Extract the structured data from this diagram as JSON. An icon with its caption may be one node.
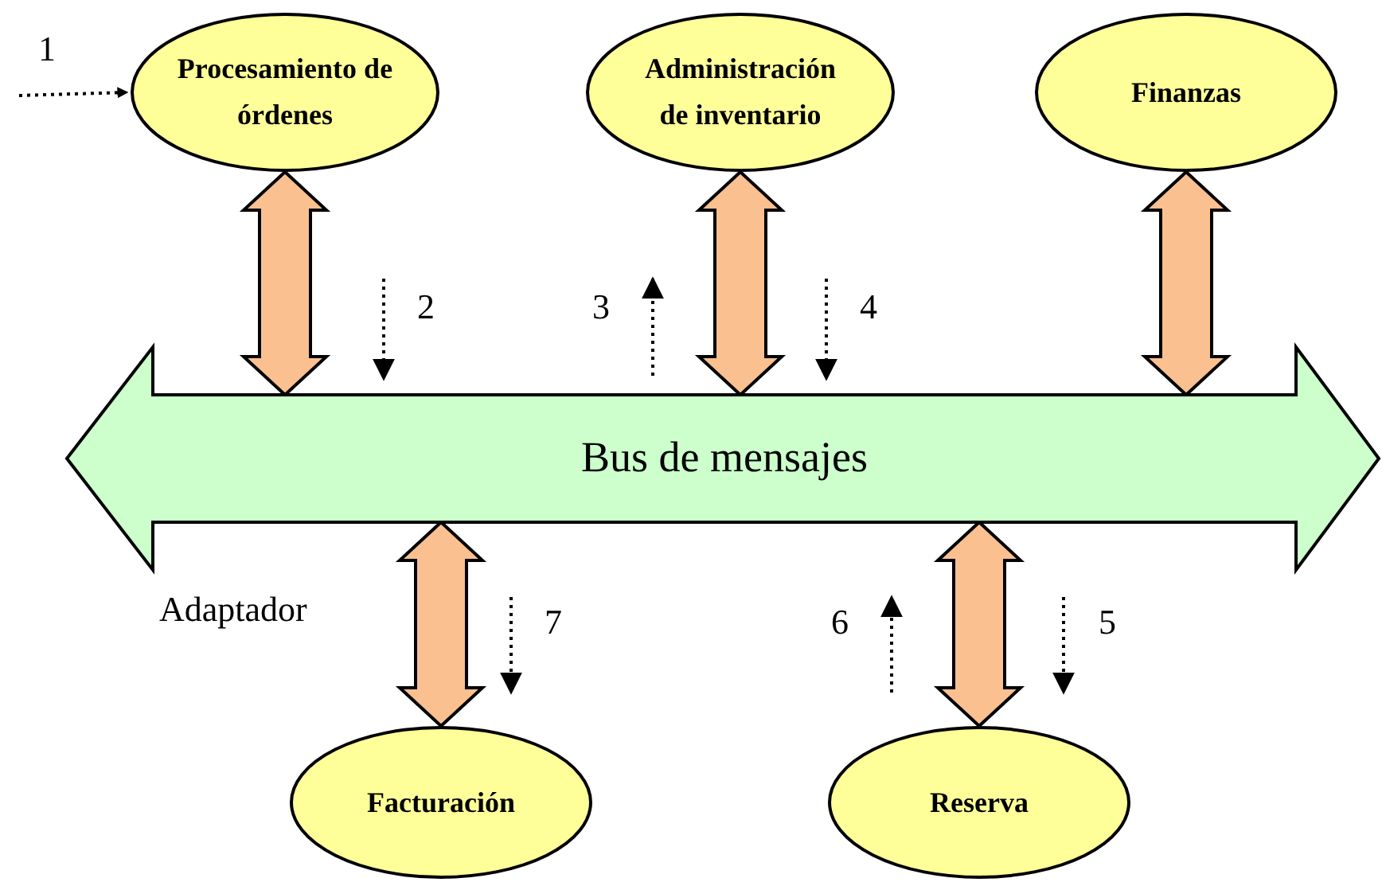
{
  "diagram": {
    "nodes": [
      {
        "text": [
          "Procesamiento de órdenes"
        ]
      },
      {
        "text": [
          "Administración de inventario"
        ]
      },
      {
        "text": [
          "Finanzas"
        ]
      },
      {
        "text": [
          "Bus de mensajes"
        ]
      },
      {
        "text": [
          "Facturación"
        ]
      },
      {
        "text": [
          "Reserva"
        ]
      }
    ],
    "edges": [
      {
        "from": null,
        "to": 0,
        "arrow": "to",
        "label": "1",
        "style": "dashed"
      },
      {
        "from": 0,
        "to": 3,
        "arrow": "both",
        "style": "thick"
      },
      {
        "from": 1,
        "to": 3,
        "arrow": "both",
        "style": "thick"
      },
      {
        "from": 2,
        "to": 3,
        "arrow": "both",
        "style": "thick"
      },
      {
        "from": 3,
        "to": 4,
        "arrow": "both",
        "style": "thick"
      },
      {
        "from": 3,
        "to": 5,
        "arrow": "both",
        "style": "thick"
      }
    ],
    "labels": [
      "2",
      "3",
      "4",
      "Adaptador",
      "7",
      "6",
      "5"
    ]
  }
}
